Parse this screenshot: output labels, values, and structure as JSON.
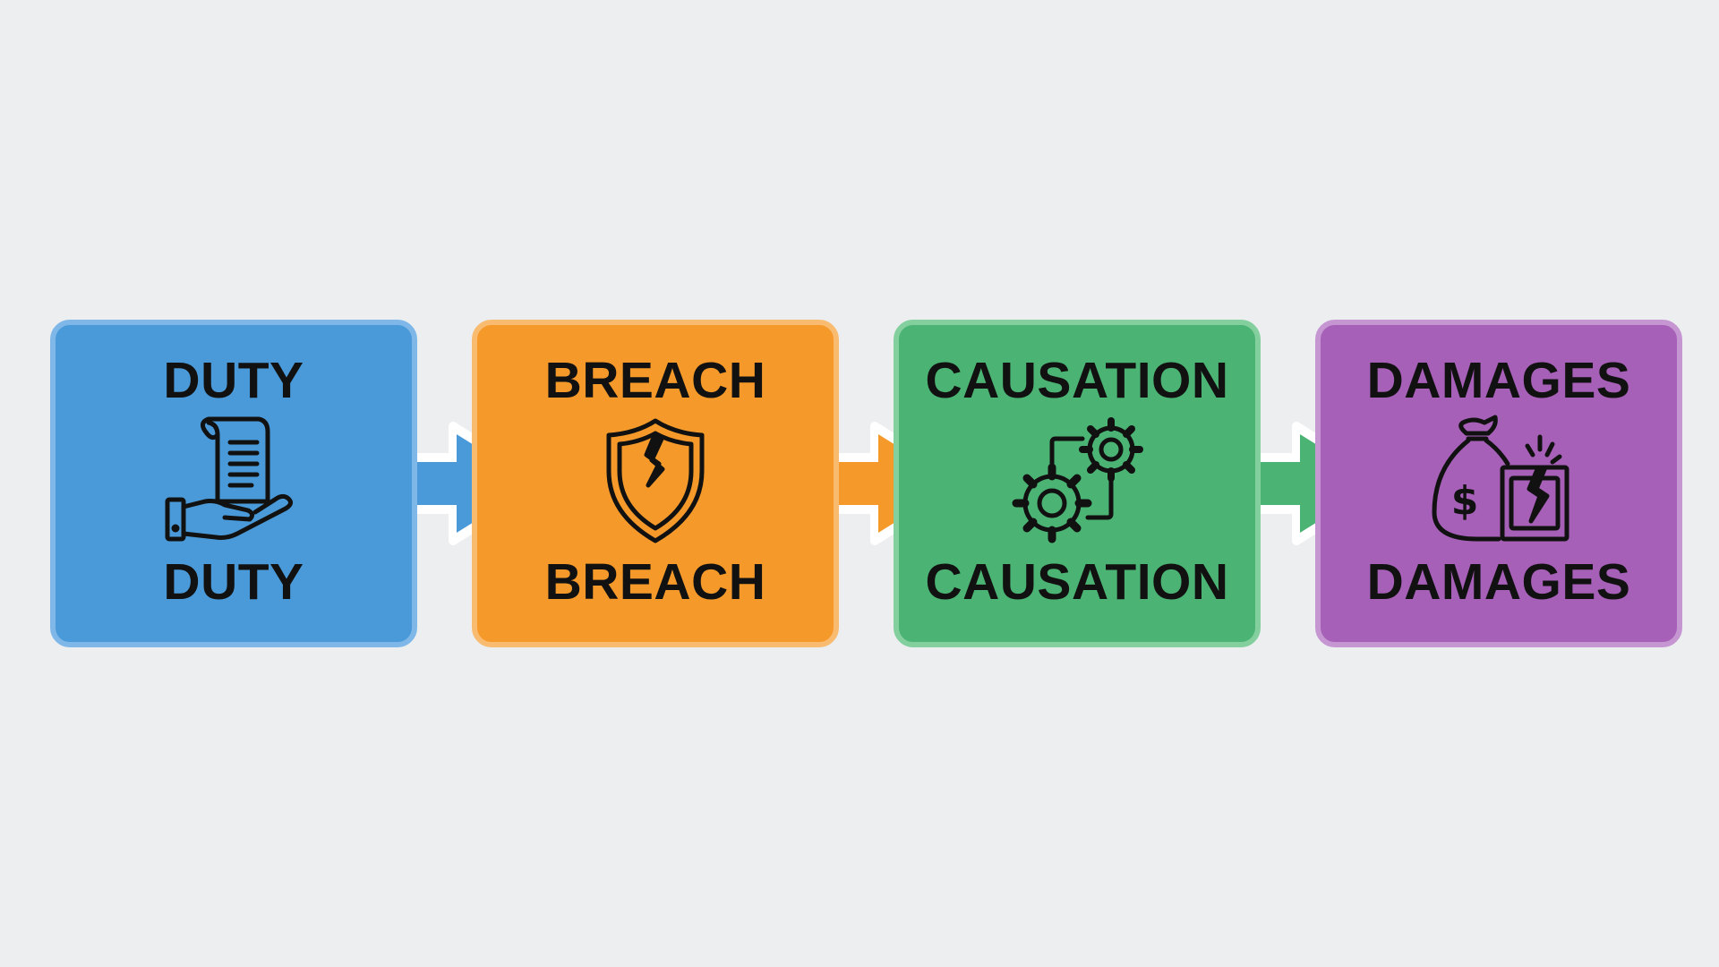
{
  "steps": [
    {
      "title_top": "DUTY",
      "title_bottom": "DUTY",
      "icon": "scroll-hand-icon",
      "color": "#4a9ad9",
      "border": "#7fb8e8"
    },
    {
      "title_top": "BREACH",
      "title_bottom": "BREACH",
      "icon": "broken-shield-icon",
      "color": "#f59a2a",
      "border": "#f8bb70"
    },
    {
      "title_top": "CAUSATION",
      "title_bottom": "CAUSATION",
      "icon": "gears-icon",
      "color": "#4bb373",
      "border": "#84cf9e"
    },
    {
      "title_top": "DAMAGES",
      "title_bottom": "DAMAGES",
      "icon": "money-bag-icon",
      "color": "#a760b8",
      "border": "#c696d2"
    }
  ],
  "arrows": [
    {
      "icon": "arrow-right-icon",
      "color": "#4a9ad9"
    },
    {
      "icon": "arrow-right-icon",
      "color": "#f59a2a"
    },
    {
      "icon": "arrow-right-icon",
      "color": "#4bb373"
    }
  ]
}
